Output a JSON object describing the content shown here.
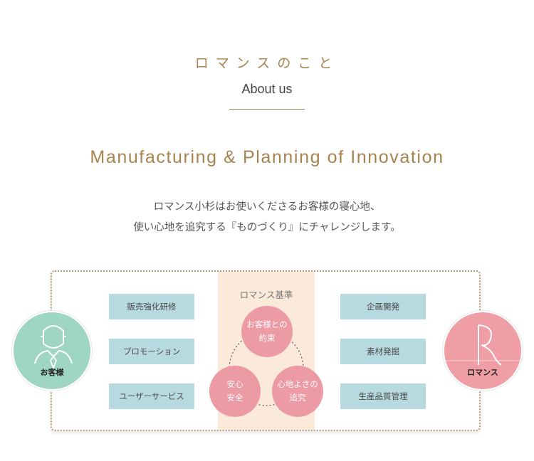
{
  "header": {
    "jp_title": "ロマンスのこと",
    "en_subtitle": "About us"
  },
  "tagline": "Manufacturing & Planning of Innovation",
  "description": {
    "line1": "ロマンス小杉はお使いくださるお客様の寝心地、",
    "line2": "使い心地を追究する『ものづくり』にチャレンジします。"
  },
  "diagram": {
    "customer_label": "お客様",
    "company_label": "ロマンス",
    "left_items": [
      "販売強化研修",
      "プロモーション",
      "ユーザーサービス"
    ],
    "center_title": "ロマンス基準",
    "center_items": [
      "お客様との\n約束",
      "安心\n安全",
      "心地よさの\n追究"
    ],
    "right_items": [
      "企画開発",
      "素材発掘",
      "生産品質管理"
    ]
  },
  "colors": {
    "accent_gold": "#a8834f",
    "box_blue": "#b7d9e0",
    "pink": "#ec9aa4",
    "customer_green": "#9fd5c3",
    "company_pink": "#ef9ea6",
    "center_bg": "#fbe9d9"
  }
}
